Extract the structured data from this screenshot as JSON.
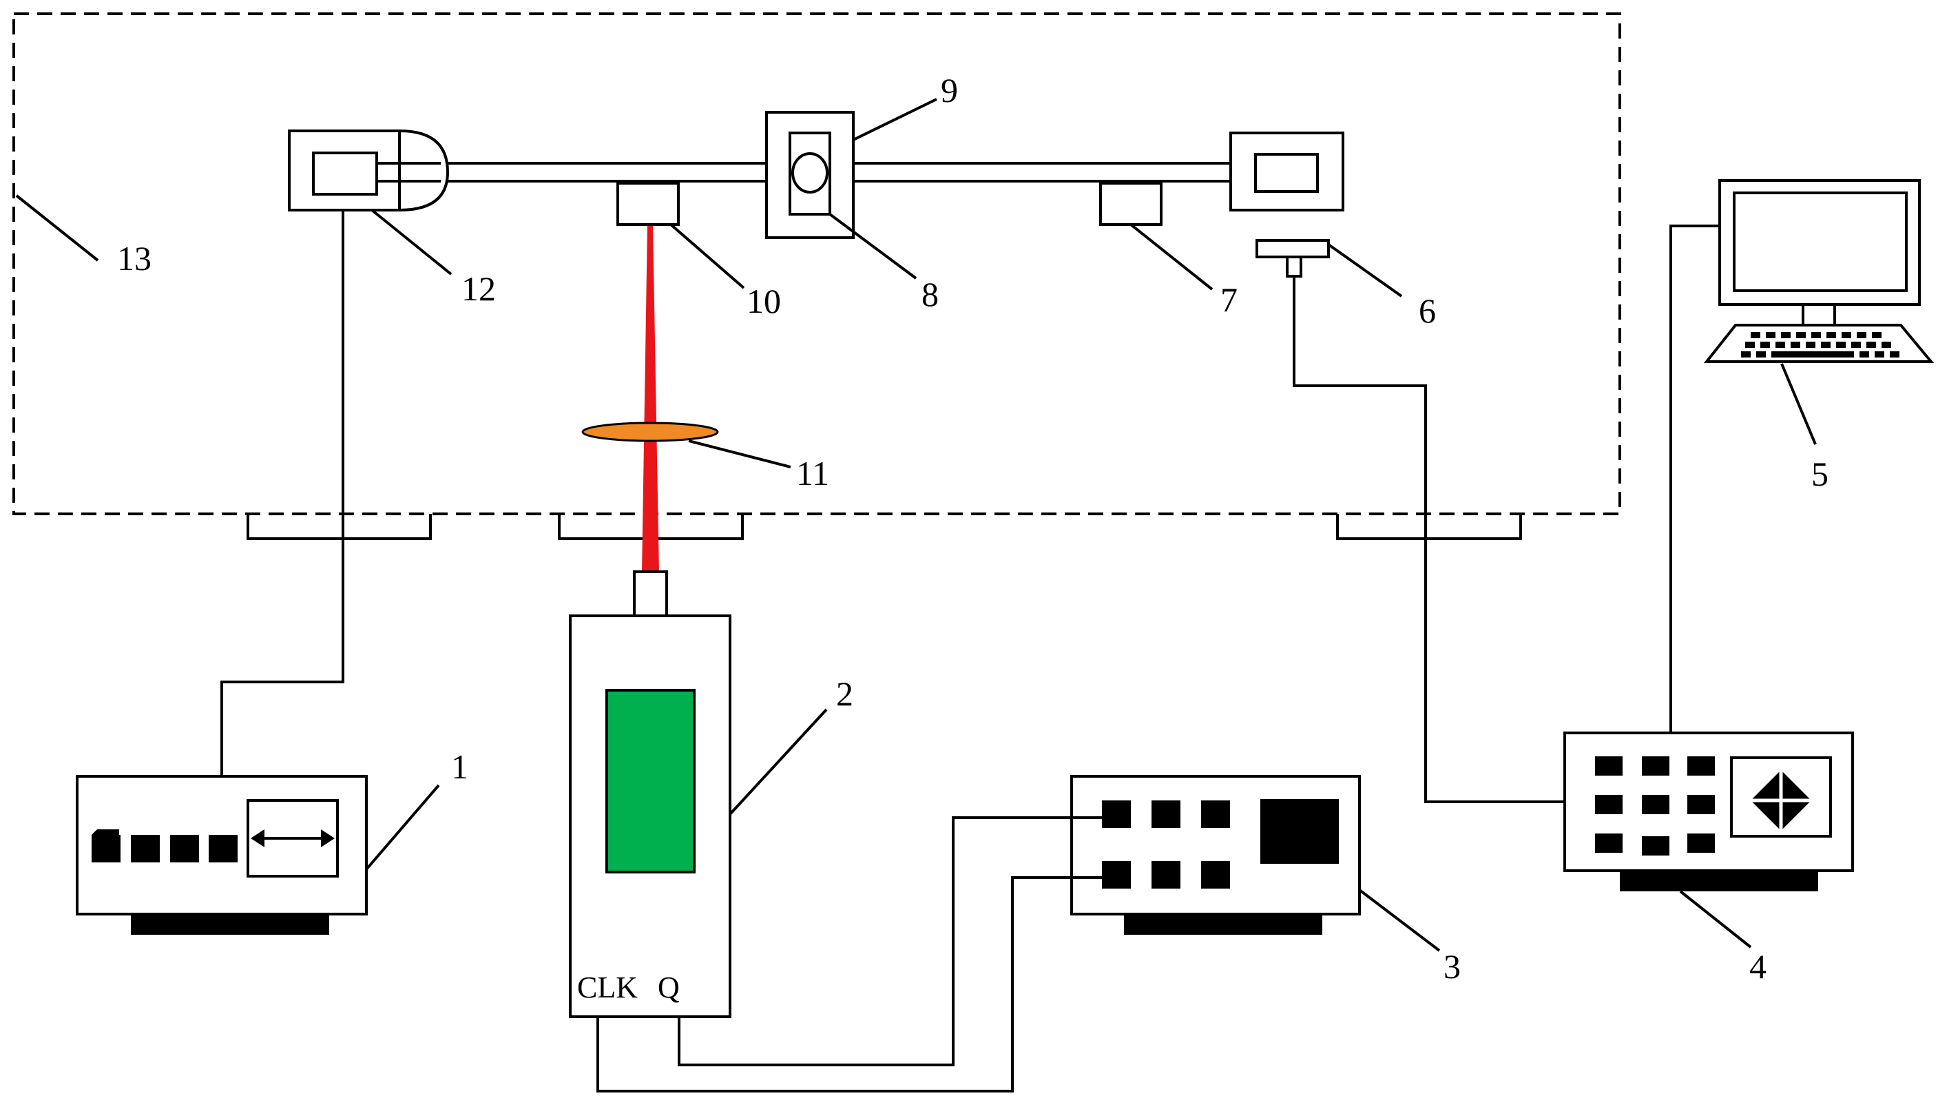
{
  "diagram": {
    "labels": [
      {
        "id": "1",
        "text": "1"
      },
      {
        "id": "2",
        "text": "2"
      },
      {
        "id": "3",
        "text": "3"
      },
      {
        "id": "4",
        "text": "4"
      },
      {
        "id": "5",
        "text": "5"
      },
      {
        "id": "6",
        "text": "6"
      },
      {
        "id": "7",
        "text": "7"
      },
      {
        "id": "8",
        "text": "8"
      },
      {
        "id": "9",
        "text": "9"
      },
      {
        "id": "10",
        "text": "10"
      },
      {
        "id": "11",
        "text": "11"
      },
      {
        "id": "12",
        "text": "12"
      },
      {
        "id": "13",
        "text": "13"
      }
    ],
    "laser_ports": {
      "clk": "CLK",
      "q": "Q"
    },
    "colors": {
      "beam": "#e8161b",
      "lens": "#f08a24",
      "display": "#00b04f",
      "line": "#000000"
    }
  }
}
